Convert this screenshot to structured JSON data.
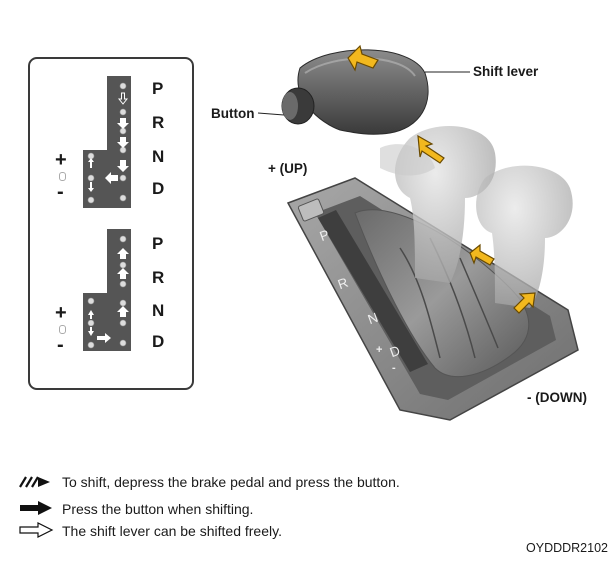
{
  "panel": {
    "upper": {
      "letters": [
        "P",
        "R",
        "N",
        "D"
      ],
      "plus": "+",
      "minus": "-"
    },
    "lower": {
      "letters": [
        "P",
        "R",
        "N",
        "D"
      ],
      "plus": "+",
      "minus": "-"
    }
  },
  "callouts": {
    "shift_lever": "Shift lever",
    "button": "Button",
    "up": "+ (UP)",
    "down": "- (DOWN)"
  },
  "console": {
    "gate_letters": [
      "P",
      "R",
      "N",
      "D"
    ],
    "plus": "+",
    "minus": "-"
  },
  "legend": [
    {
      "icon": "hatched-arrow-icon",
      "text": "To shift, depress the brake pedal and press the button."
    },
    {
      "icon": "solid-arrow-icon",
      "text": "Press the button when shifting."
    },
    {
      "icon": "outline-arrow-icon",
      "text": "The shift lever can be shifted freely."
    }
  ],
  "figure_code": "OYDDDR2102",
  "colors": {
    "gate": "#555555",
    "highlight_arrow": "#f2b81e",
    "console_body": "#8a8a8a"
  }
}
